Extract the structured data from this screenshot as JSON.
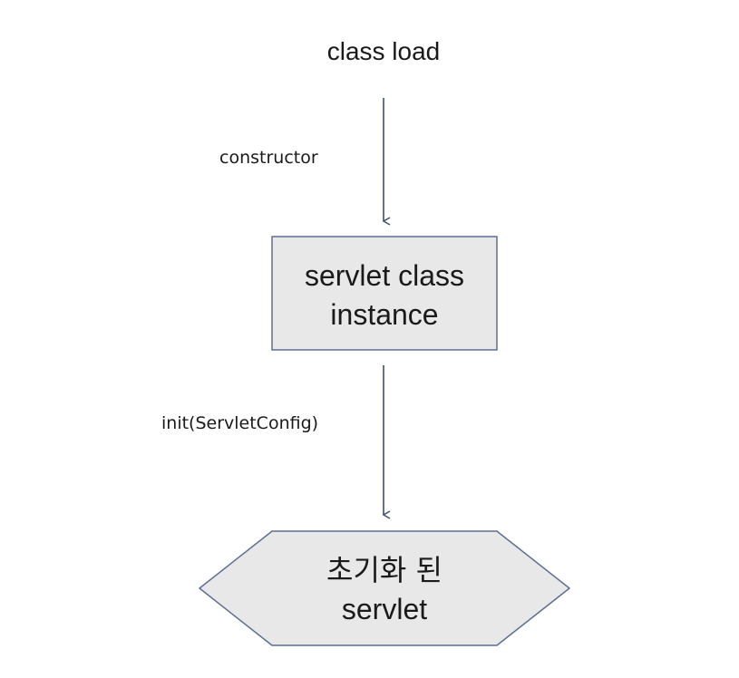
{
  "diagram": {
    "start_label": "class load",
    "edge1_label": "constructor",
    "box": {
      "line1": "servlet class",
      "line2": "instance"
    },
    "edge2_label": "init(ServletConfig)",
    "end": {
      "line1": "초기화 된",
      "line2": "servlet"
    },
    "colors": {
      "node_fill": "#e8e8e8",
      "node_stroke": "#5b6f95",
      "arrow": "#3d4f6e",
      "text": "#1a1a1a"
    }
  }
}
